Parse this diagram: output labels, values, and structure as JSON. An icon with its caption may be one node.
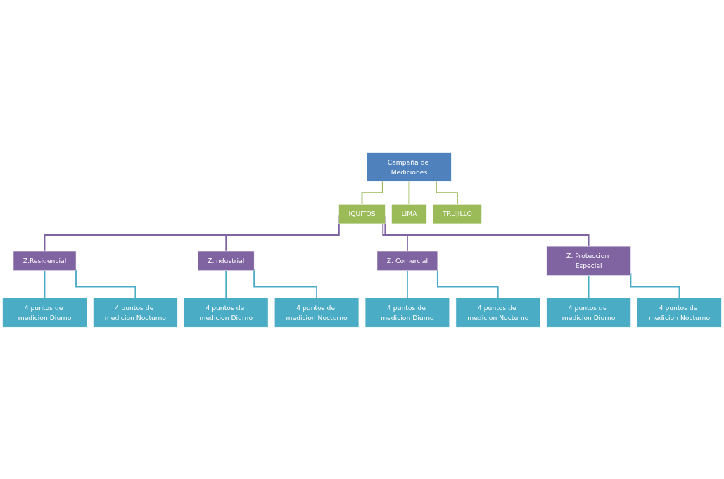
{
  "diagram": {
    "nodes": [
      {
        "text": [
          "Campaña de Mediciones"
        ]
      },
      {
        "text": [
          "IQUITOS"
        ]
      },
      {
        "text": [
          "LIMA"
        ]
      },
      {
        "text": [
          "TRUJILLO"
        ]
      },
      {
        "text": [
          "Z.Residencial"
        ]
      },
      {
        "text": [
          "Z.industrial"
        ]
      },
      {
        "text": [
          "Z. Comercial"
        ]
      },
      {
        "text": [
          "Z. Proteccion Especial"
        ]
      },
      {
        "text": [
          "4 puntos de medicion Diurno"
        ]
      },
      {
        "text": [
          "4 puntos de medicion Diurno"
        ]
      },
      {
        "text": [
          "4 puntos de medicion Diurno"
        ]
      },
      {
        "text": [
          "4 puntos de medicion Diurno"
        ]
      },
      {
        "text": [
          "4 puntos de medicion Nocturno"
        ]
      },
      {
        "text": [
          "4 puntos de medicion Nocturno"
        ]
      },
      {
        "text": [
          "4 puntos de medicion Nocturno"
        ]
      },
      {
        "text": [
          "4 puntos de medicion Nocturno"
        ]
      }
    ],
    "edges": [
      {
        "from": 0,
        "to": 1,
        "arrow": "none",
        "color": "#9bbb59"
      },
      {
        "from": 0,
        "to": 2,
        "arrow": "none",
        "color": "#9bbb59"
      },
      {
        "from": 0,
        "to": 3,
        "arrow": "none",
        "color": "#9bbb59"
      },
      {
        "from": 1,
        "to": 4,
        "arrow": "none",
        "color": "#8064a2"
      },
      {
        "from": 1,
        "to": 5,
        "arrow": "none",
        "color": "#8064a2"
      },
      {
        "from": 1,
        "to": 6,
        "arrow": "none",
        "color": "#8064a2"
      },
      {
        "from": 1,
        "to": 7,
        "arrow": "none",
        "color": "#8064a2"
      },
      {
        "from": 4,
        "to": 8,
        "arrow": "none"
      },
      {
        "from": 4,
        "to": 12,
        "arrow": "none"
      },
      {
        "from": 5,
        "to": 9,
        "arrow": "none"
      },
      {
        "from": 5,
        "to": 13,
        "arrow": "none"
      },
      {
        "from": 6,
        "to": 10,
        "arrow": "none"
      },
      {
        "from": 6,
        "to": 14,
        "arrow": "none"
      },
      {
        "from": 7,
        "to": 11,
        "arrow": "none"
      },
      {
        "from": 7,
        "to": 15,
        "arrow": "none"
      }
    ]
  }
}
